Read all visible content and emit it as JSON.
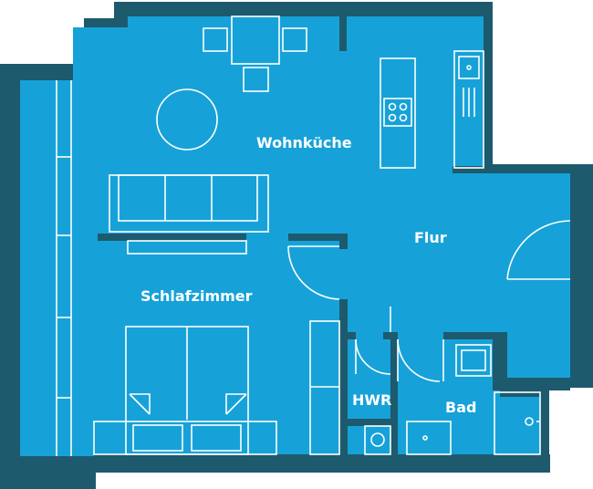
{
  "plan": {
    "rooms": [
      {
        "id": "wohnkueche",
        "label": "Wohnküche"
      },
      {
        "id": "flur",
        "label": "Flur"
      },
      {
        "id": "schlafzimmer",
        "label": "Schlafzimmer"
      },
      {
        "id": "hwr",
        "label": "HWR"
      },
      {
        "id": "bad",
        "label": "Bad"
      }
    ],
    "colors": {
      "floor": "#16a2d8",
      "wall": "#1d5a6e",
      "furniture_line": "#ffffff",
      "background": "#ffffff"
    }
  }
}
